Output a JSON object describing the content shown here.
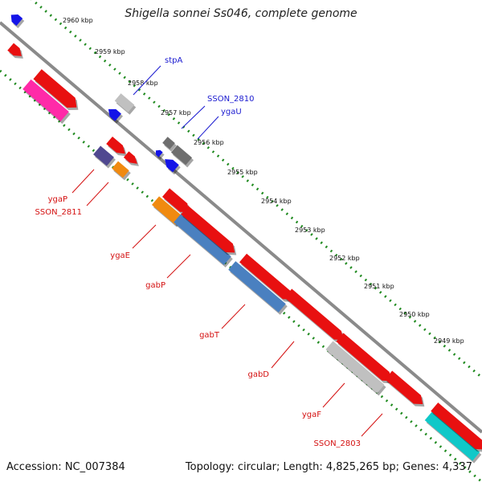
{
  "title": "Shigella sonnei Ss046, complete genome",
  "footer": {
    "accession": "Accession: NC_007384",
    "stats": "Topology: circular; Length: 4,825,265 bp; Genes: 4,337"
  },
  "colors": {
    "background": "#ffffff",
    "backbone": "#8a8a8a",
    "scale_dots": "#1f8a1f",
    "label_forward": "#1a1ad0",
    "label_reverse": "#d41010",
    "gene_red": "#e81010",
    "gene_blue": "#1414e8",
    "gene_pink": "#ff2aa8",
    "gene_lightgray": "#c0c0c0",
    "gene_darkgray": "#6e6e6e",
    "gene_purple": "#504890",
    "gene_orange": "#f08a10",
    "gene_steelblue": "#4a80c0",
    "gene_cyan": "#10c8c8"
  },
  "scale_labels": [
    "2960 kbp",
    "2959 kbp",
    "2958 kbp",
    "2957 kbp",
    "2956 kbp",
    "2955 kbp",
    "2954 kbp",
    "2953 kbp",
    "2952 kbp",
    "2951 kbp",
    "2950 kbp",
    "2949 kbp"
  ],
  "gene_labels_forward": [
    "stpA",
    "SSON_2810",
    "ygaU"
  ],
  "gene_labels_reverse": [
    "ygaP",
    "SSON_2811",
    "ygaE",
    "gabP",
    "gabT",
    "gabD",
    "ygaF",
    "SSON_2803"
  ]
}
